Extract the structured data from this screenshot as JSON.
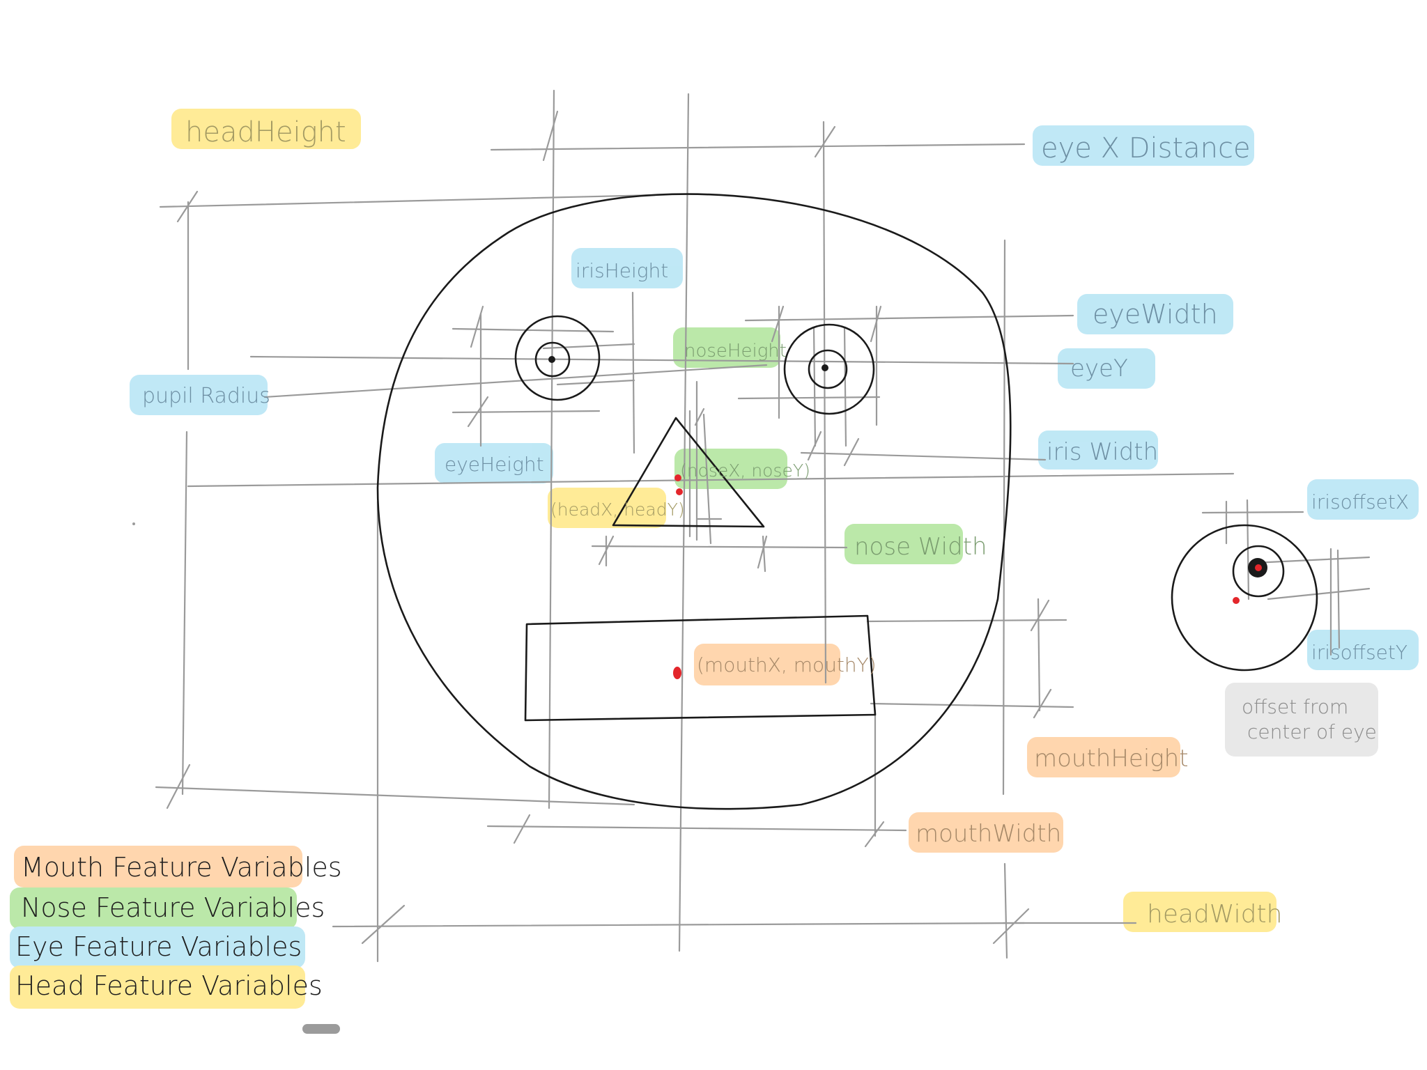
{
  "colors": {
    "head": "#ffe98c",
    "eye": "#b9e6f5",
    "nose": "#b4e6a0",
    "mouth": "#ffd2a5",
    "note": "#e6e6e6",
    "point": "#e3262b"
  },
  "labels": {
    "head_height": "headHeight",
    "head_width": "headWidth",
    "head_xy": "(headX, headY)",
    "eye_x_distance": "eye X Distance",
    "eye_width": "eyeWidth",
    "eye_y": "eyeY",
    "eye_height": "eyeHeight",
    "iris_height": "irisHeight",
    "iris_width": "iris Width",
    "pupil_radius": "pupil Radius",
    "iris_offset_x": "irisoffsetX",
    "iris_offset_y": "irisoffsetY",
    "offset_note_line1": "offset from",
    "offset_note_line2": "center of eye",
    "nose_height": "noseHeight",
    "nose_width": "nose Width",
    "nose_xy": "(noseX, noseY)",
    "mouth_xy": "(mouthX, mouthY)",
    "mouth_height": "mouthHeight",
    "mouth_width": "mouthWidth"
  },
  "legend": {
    "mouth": "Mouth Feature Variables",
    "nose": "Nose Feature Variables",
    "eye": "Eye Feature Variables",
    "head": "Head Feature Variables"
  }
}
